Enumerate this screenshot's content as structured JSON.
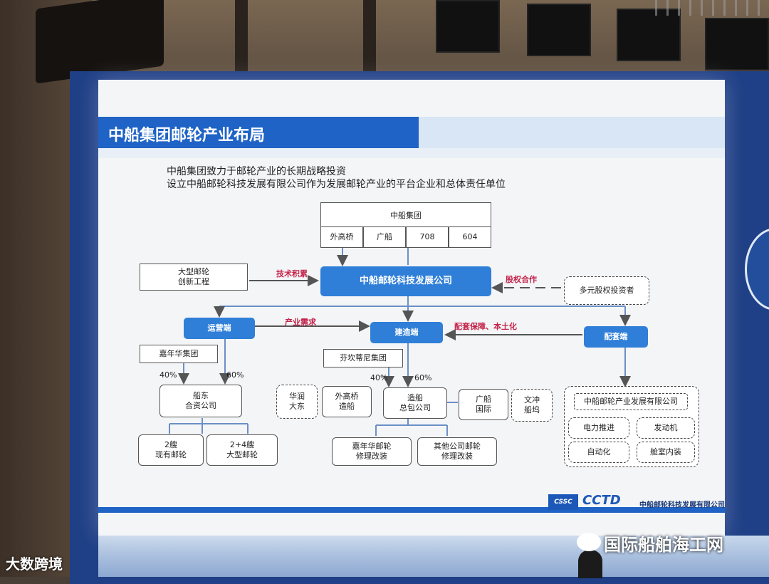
{
  "slide": {
    "title": "中船集团邮轮产业布局",
    "intro_line1": "中船集团致力于邮轮产业的长期战略投资",
    "intro_line2": "设立中船邮轮科技发展有限公司作为发展邮轮产业的平台企业和总体责任单位"
  },
  "group": {
    "name": "中船集团",
    "members": [
      "外高桥",
      "广船",
      "708",
      "604"
    ]
  },
  "nodes": {
    "innovation": "大型邮轮\n创新工程",
    "platform": "中船邮轮科技发展公司",
    "investors": "多元股权投资者",
    "operation": "运营端",
    "construction": "建造端",
    "support": "配套端",
    "carnival": "嘉年华集团",
    "fincantieri": "芬坎蒂尼集团",
    "jv": "船东\n合资公司",
    "ships_existing": "2艘\n现有邮轮",
    "ships_new": "2+4艘\n大型邮轮",
    "huarun": "华润\n大东",
    "waigaoqiao": "外高桥\n造船",
    "prime": "造船\n总包公司",
    "gsi": "广船\n国际",
    "wenchong": "文冲\n船坞",
    "carnival_repair": "嘉年华邮轮\n修理改装",
    "other_repair": "其他公司邮轮\n修理改装",
    "support_company": "中船邮轮产业发展有限公司",
    "electric": "电力推进",
    "engine": "发动机",
    "automation": "自动化",
    "interior": "舱室内装"
  },
  "labels": {
    "tech": "技术积累",
    "equity": "股权合作",
    "demand": "产业需求",
    "localization": "配套保障、本土化",
    "pct_40_left": "40%",
    "pct_60_left": "60%",
    "pct_40_mid": "40%",
    "pct_60_mid": "60%"
  },
  "footer": {
    "logo_cssc": "CSSC",
    "logo_cctd": "CCTD",
    "company": "中船邮轮科技发展有限公司"
  },
  "watermarks": {
    "left": "大数跨境",
    "right": "国际船舶海工网"
  },
  "colors": {
    "banner": "#1e63c5",
    "node_blue": "#2f7fd8",
    "highlight_red": "#c4244b"
  }
}
